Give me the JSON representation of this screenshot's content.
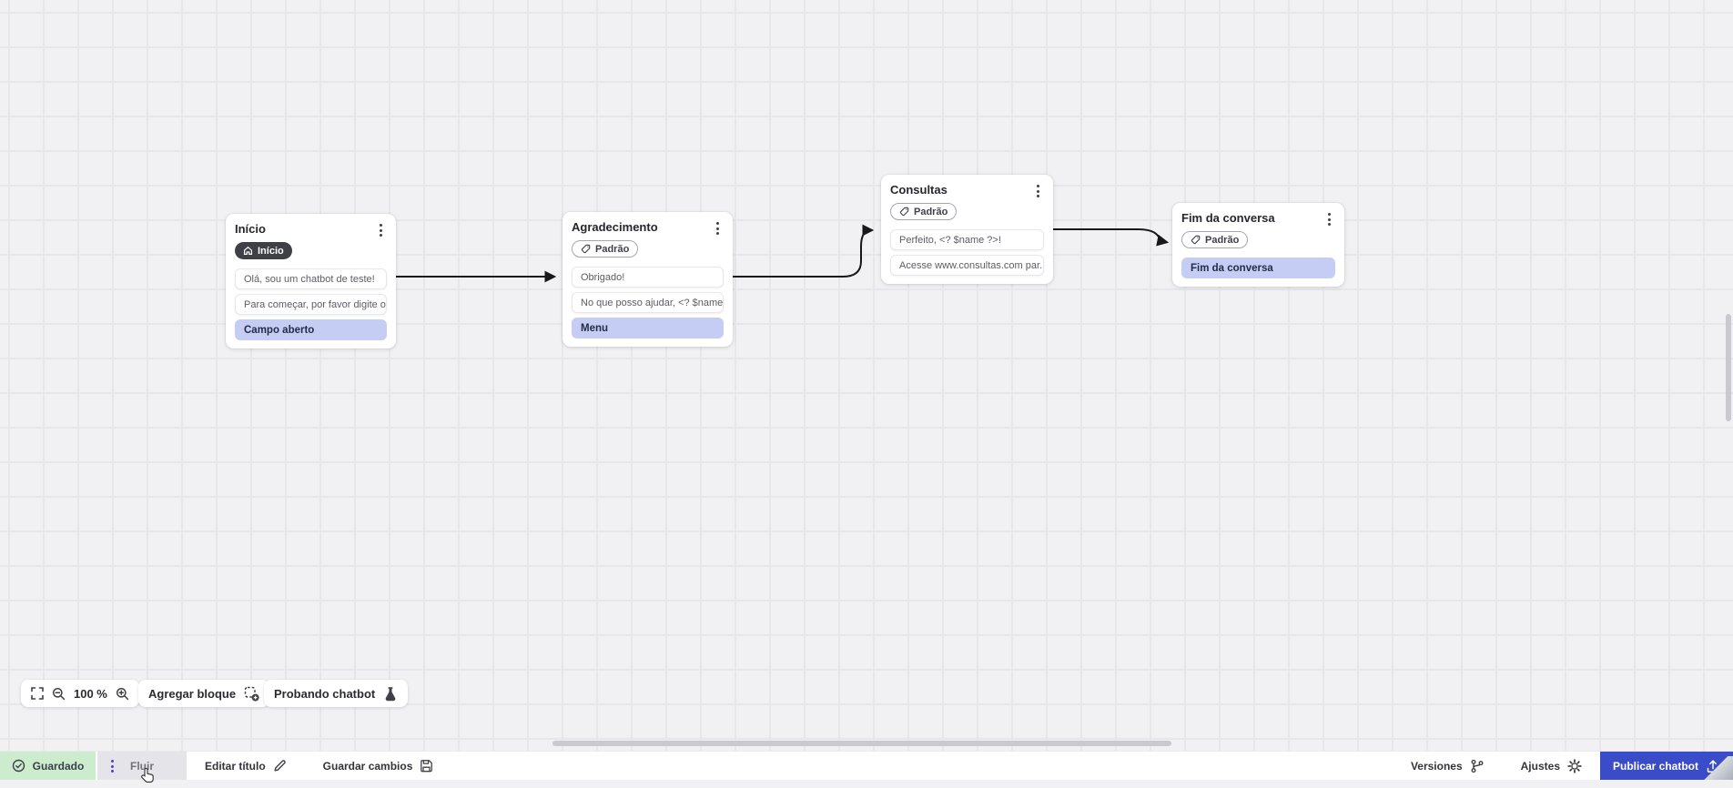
{
  "nodes": [
    {
      "title": "Início",
      "badge": "Início",
      "badge_icon": "home-icon",
      "rows": [
        {
          "text": "Olá, sou um chatbot de teste!",
          "type": "message"
        },
        {
          "text": "Para começar, por favor digite o ...",
          "type": "message"
        },
        {
          "text": "Campo aberto",
          "type": "action"
        }
      ]
    },
    {
      "title": "Agradecimento",
      "badge": "Padrão",
      "badge_icon": "tag-icon",
      "rows": [
        {
          "text": "Obrigado!",
          "type": "message"
        },
        {
          "text": "No que posso ajudar, <? $name ...",
          "type": "message"
        },
        {
          "text": "Menu",
          "type": "action"
        }
      ]
    },
    {
      "title": "Consultas",
      "badge": "Padrão",
      "badge_icon": "tag-icon",
      "rows": [
        {
          "text": "Perfeito, <? $name ?>!",
          "type": "message"
        },
        {
          "text": "Acesse www.consultas.com par...",
          "type": "message"
        }
      ]
    },
    {
      "title": "Fim da conversa",
      "badge": "Padrão",
      "badge_icon": "tag-icon",
      "rows": [
        {
          "text": "Fim da conversa",
          "type": "action"
        }
      ]
    }
  ],
  "toolbar": {
    "zoom_value": "100 %",
    "add_block": "Agregar bloque",
    "test_chatbot": "Probando chatbot"
  },
  "statusbar": {
    "saved": "Guardado",
    "flow_tab": "Fluir",
    "edit_title": "Editar título",
    "save_changes": "Guardar cambios",
    "versions": "Versiones",
    "settings": "Ajustes",
    "publish": "Publicar chatbot"
  },
  "icons": {
    "node_menu": "kebab-vertical ⋮",
    "fullscreen": "corner-brackets",
    "zoom_out": "magnifier-minus",
    "zoom_in": "magnifier-plus",
    "add_block": "dashed-square-plus",
    "test_chatbot": "flask",
    "saved": "circle-check",
    "edit_title": "pencil",
    "save_changes": "floppy-disk",
    "versions": "git-branch",
    "settings": "gear",
    "publish": "upload-tray"
  },
  "colors": {
    "canvas_bg": "#f1f0f3",
    "grid_line": "#e7e6ea",
    "badge_dark": "#3f3f46",
    "action_row_purple": "#c5cdf4",
    "saved_green_bg": "#cdebcd",
    "flow_tab_gray": "#e5e4e8",
    "kebab_blue": "#4640de",
    "publish_blue": "#3b4cc8",
    "wire_black": "#18181b"
  }
}
